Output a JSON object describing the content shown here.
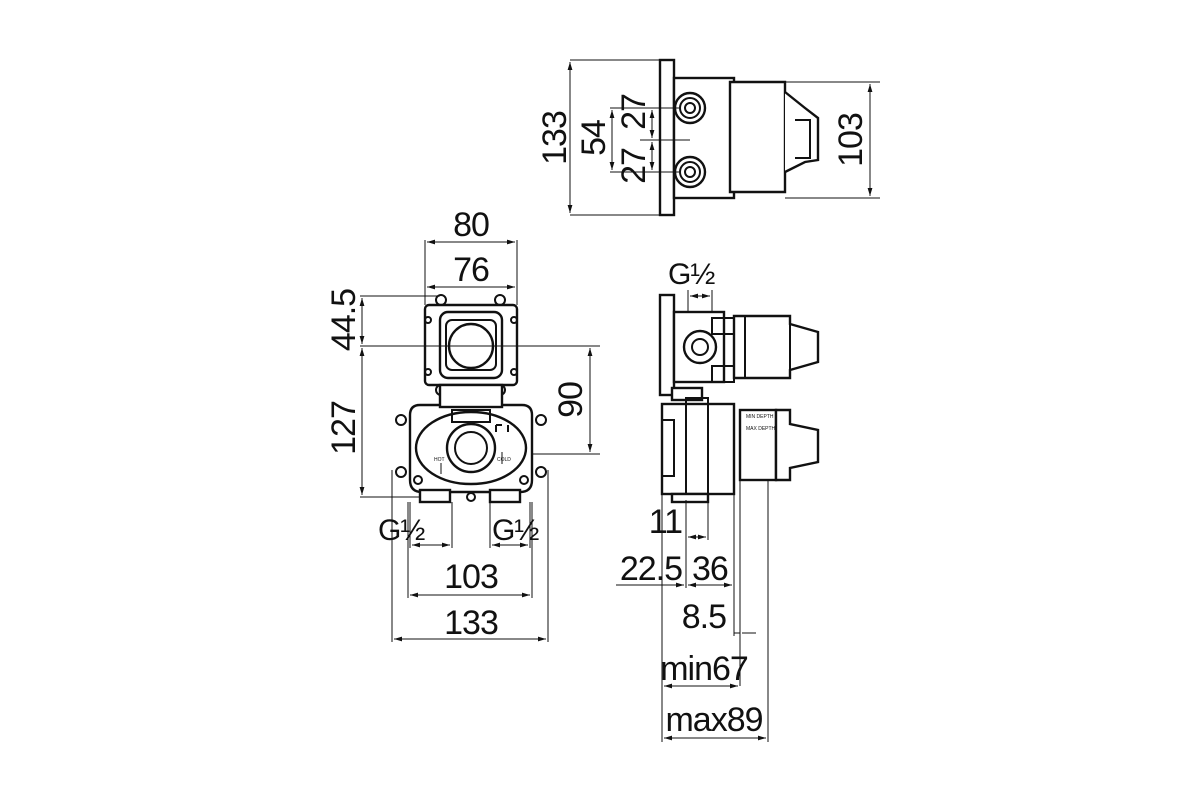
{
  "top_view": {
    "dim_height": "133",
    "dim_spacing_total": "54",
    "dim_spacing_upper": "27",
    "dim_spacing_lower": "27",
    "dim_right_height": "103"
  },
  "front_view": {
    "dim_width_outer": "80",
    "dim_width_inner": "76",
    "dim_top_offset": "44.5",
    "dim_body_height": "127",
    "dim_center_to_bottom": "90",
    "thread_left": "G½",
    "thread_right": "G½",
    "dim_bottom_inner": "103",
    "dim_bottom_outer": "133",
    "label_hot": "HOT",
    "label_cold": "COLD"
  },
  "side_view": {
    "thread_top": "G½",
    "dim_11": "11",
    "dim_22_5": "22.5",
    "dim_36": "36",
    "dim_8_5": "8.5",
    "dim_min": "min67",
    "dim_max": "max89",
    "label_min_depth": "MIN DEPTH",
    "label_max_depth": "MAX DEPTH"
  }
}
